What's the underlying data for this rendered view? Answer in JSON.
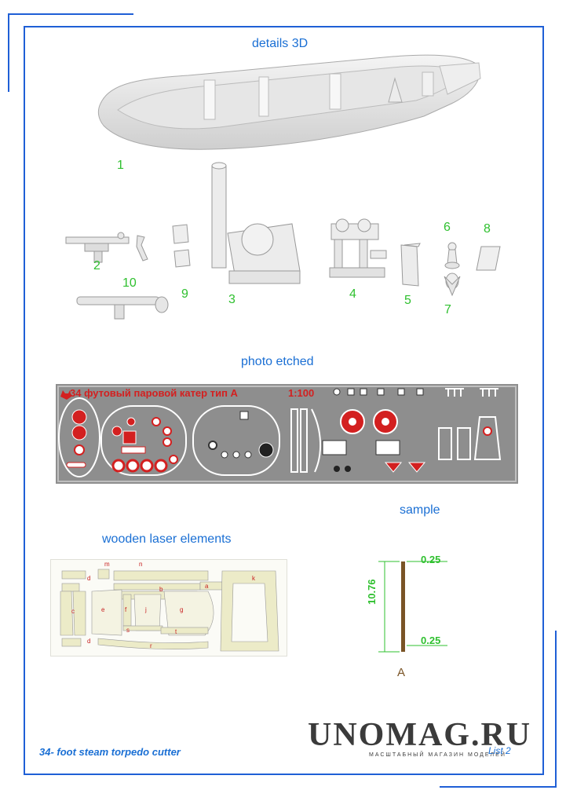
{
  "sheet": {
    "details_heading": "details 3D",
    "photo_heading": "photo etched",
    "sample_heading": "sample",
    "wood_heading": "wooden laser elements",
    "footer_title": "34- foot steam torpedo cutter",
    "list_label": "List 2",
    "accent_color": "#1a6fd4",
    "number_color": "#2fc02f"
  },
  "logo": {
    "name": "UNOMAG.RU",
    "tagline": "МАСШТАБНЫЙ МАГАЗИН МОДЕЛЕЙ"
  },
  "parts": {
    "p1": "1",
    "p2": "2",
    "p3": "3",
    "p4": "4",
    "p5": "5",
    "p6": "6",
    "p7": "7",
    "p8": "8",
    "p9": "9",
    "p10": "10"
  },
  "fret": {
    "title": "34 футовый паровой катер тип А",
    "scale": "1:100",
    "color": "#d32020"
  },
  "sample": {
    "top_dim": "0.25",
    "length_dim": "10.76",
    "bottom_dim": "0.25",
    "label": "A"
  },
  "wood": {
    "labels": [
      "m",
      "n",
      "d",
      "b",
      "a",
      "k",
      "c",
      "e",
      "f",
      "j",
      "g",
      "s",
      "t",
      "d",
      "r"
    ]
  }
}
